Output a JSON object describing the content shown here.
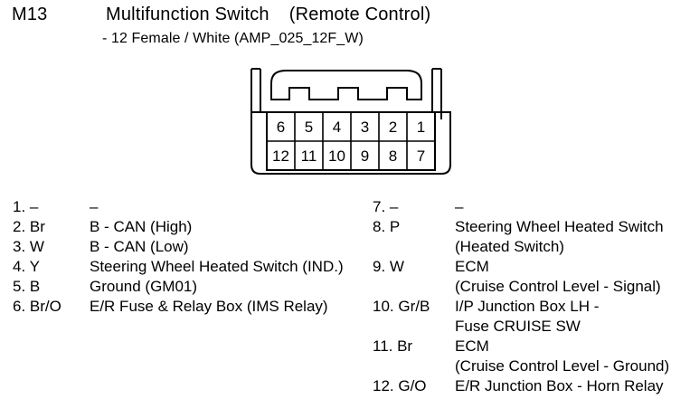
{
  "header": {
    "code": "M13",
    "title_main": "Multifunction Switch",
    "title_paren": "(Remote Control)",
    "subtitle": "- 12 Female / White (AMP_025_12F_W)"
  },
  "connector": {
    "type": "12-pin female connector",
    "rows": [
      {
        "cells": [
          "6",
          "5",
          "4",
          "3",
          "2",
          "1"
        ]
      },
      {
        "cells": [
          "12",
          "11",
          "10",
          "9",
          "8",
          "7"
        ]
      }
    ],
    "stroke_color": "#000000",
    "fill_color": "#ffffff"
  },
  "pins": {
    "left": [
      {
        "ref": "1. –",
        "lines": [
          "–"
        ]
      },
      {
        "ref": "2. Br",
        "lines": [
          "B - CAN (High)"
        ]
      },
      {
        "ref": "3. W",
        "lines": [
          "B - CAN (Low)"
        ]
      },
      {
        "ref": "4. Y",
        "lines": [
          "Steering Wheel Heated Switch (IND.)"
        ]
      },
      {
        "ref": "5. B",
        "lines": [
          "Ground (GM01)"
        ]
      },
      {
        "ref": "6. Br/O",
        "lines": [
          "E/R Fuse & Relay Box (IMS Relay)"
        ]
      }
    ],
    "right": [
      {
        "ref": "7. –",
        "lines": [
          "–"
        ]
      },
      {
        "ref": "8. P",
        "lines": [
          "Steering Wheel Heated Switch",
          "(Heated Switch)"
        ]
      },
      {
        "ref": "9. W",
        "lines": [
          "ECM",
          "(Cruise Control Level - Signal)"
        ]
      },
      {
        "ref": "10. Gr/B",
        "lines": [
          "I/P Junction Box LH -",
          "Fuse CRUISE SW"
        ]
      },
      {
        "ref": "11. Br",
        "lines": [
          "ECM",
          "(Cruise Control Level - Ground)"
        ]
      },
      {
        "ref": "12. G/O",
        "lines": [
          "E/R Junction Box - Horn Relay"
        ]
      }
    ]
  }
}
